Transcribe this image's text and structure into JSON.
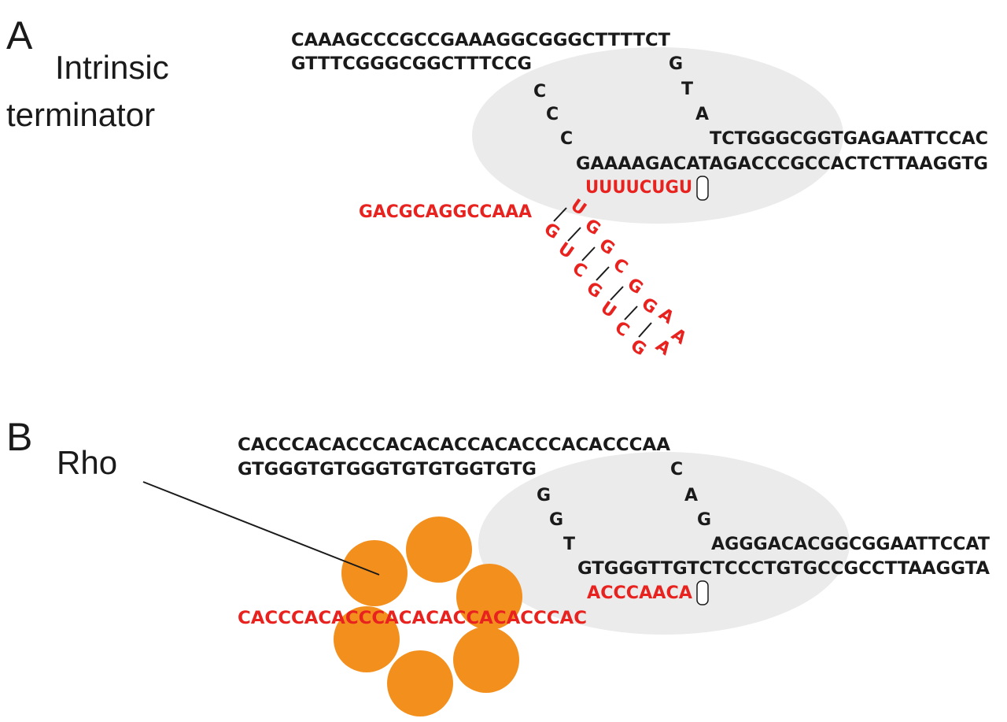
{
  "panel_a": {
    "letter": "A",
    "label_line1": "Intrinsic",
    "label_line2": "terminator",
    "dna_top": "CAAAGCCCGCCGAAAGGCGGGCTTTTCT",
    "dna_bottom": "GTTTCGGGCGGCTTTCCG",
    "bubble_left": [
      "C",
      "C",
      "C"
    ],
    "bubble_right": [
      "G",
      "T",
      "A"
    ],
    "downstream_top": "TCTGGGCGGTGAGAATTCCAC",
    "downstream_bottom": "GAAAAGACATAGACCCGCCACTCTTAAGGTG",
    "rna_hybrid": "UUUUCUGU",
    "rna_tail": "GACGCAGGCCAAA",
    "hairpin_left": [
      "G",
      "U",
      "C",
      "G",
      "U",
      "C",
      "G"
    ],
    "hairpin_right": [
      "U",
      "G",
      "G",
      "C",
      "G",
      "G",
      "A"
    ],
    "hairpin_loop": [
      "A",
      "A"
    ]
  },
  "panel_b": {
    "letter": "B",
    "label": "Rho",
    "dna_top": "CACCCACACCCACACACCACACCCACACCCAA",
    "dna_bottom": "GTGGGTGTGGGTGTGTGGTGTG",
    "bubble_left": [
      "G",
      "G",
      "T"
    ],
    "bubble_right": [
      "C",
      "A",
      "G"
    ],
    "downstream_top": "AGGGACACGGCGGAATTCCAT",
    "downstream_bottom": "GTGGGTTGTCTCCCTGTGCCGCCTTAAGGTA",
    "rna_hybrid": "ACCCAACA",
    "rna_tail": "CACCCACACCCACACACCACACCCAC"
  },
  "colors": {
    "rna": "#e8231f",
    "dna": "#1a1a1a",
    "polymerase": "#ebebeb",
    "rho": "#f3901d"
  }
}
